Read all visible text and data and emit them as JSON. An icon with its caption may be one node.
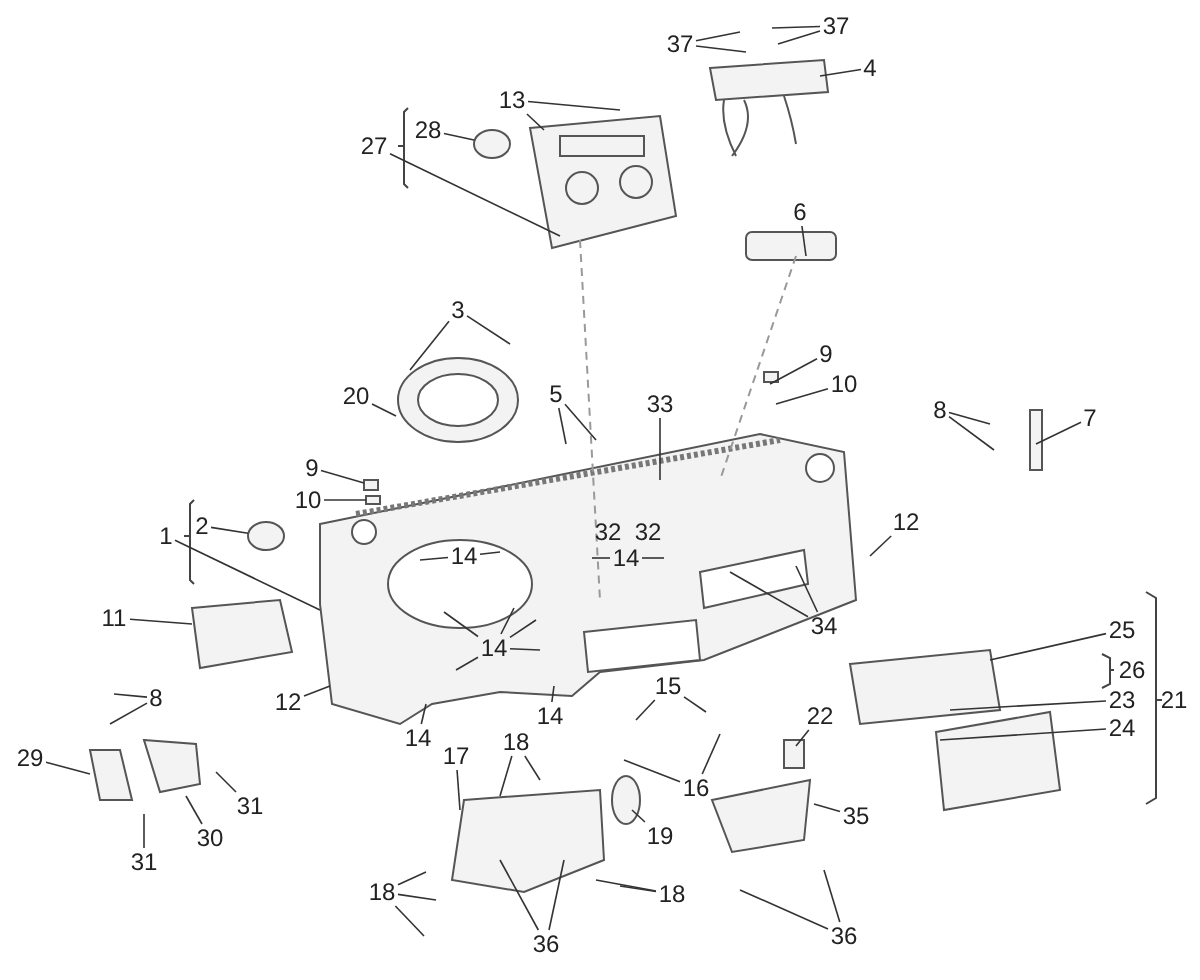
{
  "diagram": {
    "nodes": [
      {
        "text": [
          "37"
        ]
      },
      {
        "text": [
          "37"
        ]
      },
      {
        "text": [
          "4"
        ]
      },
      {
        "text": [
          "13"
        ]
      },
      {
        "text": [
          "28"
        ]
      },
      {
        "text": [
          "27"
        ]
      },
      {
        "text": [
          "6"
        ]
      },
      {
        "text": [
          "3"
        ]
      },
      {
        "text": [
          "9"
        ]
      },
      {
        "text": [
          "10"
        ]
      },
      {
        "text": [
          "20"
        ]
      },
      {
        "text": [
          "5"
        ]
      },
      {
        "text": [
          "33"
        ]
      },
      {
        "text": [
          "8"
        ]
      },
      {
        "text": [
          "7"
        ]
      },
      {
        "text": [
          "9"
        ]
      },
      {
        "text": [
          "10"
        ]
      },
      {
        "text": [
          "12"
        ]
      },
      {
        "text": [
          "2"
        ]
      },
      {
        "text": [
          "1"
        ]
      },
      {
        "text": [
          "14"
        ]
      },
      {
        "text": [
          "14"
        ]
      },
      {
        "text": [
          "34"
        ]
      },
      {
        "text": [
          "11"
        ]
      },
      {
        "text": [
          "25"
        ]
      },
      {
        "text": [
          "14"
        ]
      },
      {
        "text": [
          "15"
        ]
      },
      {
        "text": [
          "8"
        ]
      },
      {
        "text": [
          "12"
        ]
      },
      {
        "text": [
          "23"
        ]
      },
      {
        "text": [
          "22"
        ]
      },
      {
        "text": [
          "14"
        ]
      },
      {
        "text": [
          "24"
        ]
      },
      {
        "text": [
          "14"
        ]
      },
      {
        "text": [
          "18"
        ]
      },
      {
        "text": [
          "17"
        ]
      },
      {
        "text": [
          "29"
        ]
      },
      {
        "text": [
          "16"
        ]
      },
      {
        "text": [
          "31"
        ]
      },
      {
        "text": [
          "35"
        ]
      },
      {
        "text": [
          "30"
        ]
      },
      {
        "text": [
          "19"
        ]
      },
      {
        "text": [
          "31"
        ]
      },
      {
        "text": [
          "18"
        ]
      },
      {
        "text": [
          "18"
        ]
      },
      {
        "text": [
          "36"
        ]
      },
      {
        "text": [
          "36"
        ]
      },
      {
        "text": [],
        "shape": "circle"
      },
      {
        "text": [],
        "shape": "box"
      },
      {
        "text": [],
        "shape": "circle"
      },
      {
        "text": [],
        "shape": "box"
      }
    ],
    "edges": [
      {
        "from": 0,
        "to": null,
        "arrow": "none"
      },
      {
        "from": 0,
        "to": null,
        "arrow": "none"
      },
      {
        "from": 1,
        "to": null,
        "arrow": "none"
      },
      {
        "from": 1,
        "to": null,
        "arrow": "none"
      },
      {
        "from": 2,
        "to": null,
        "arrow": "none"
      },
      {
        "from": 3,
        "to": null,
        "arrow": "none"
      },
      {
        "from": 3,
        "to": null,
        "arrow": "none"
      },
      {
        "from": 4,
        "to": 47,
        "arrow": "none"
      },
      {
        "from": 5,
        "to": null,
        "arrow": "none"
      },
      {
        "from": 6,
        "to": null,
        "arrow": "none"
      },
      {
        "from": 7,
        "to": null,
        "arrow": "none"
      },
      {
        "from": 7,
        "to": null,
        "arrow": "none"
      },
      {
        "from": 8,
        "to": null,
        "arrow": "none"
      },
      {
        "from": 9,
        "to": null,
        "arrow": "none"
      },
      {
        "from": 10,
        "to": null,
        "arrow": "none"
      },
      {
        "from": 11,
        "to": null,
        "arrow": "none"
      },
      {
        "from": 11,
        "to": null,
        "arrow": "none"
      },
      {
        "from": 12,
        "to": null,
        "arrow": "none"
      },
      {
        "from": 13,
        "to": null,
        "arrow": "none"
      },
      {
        "from": 13,
        "to": null,
        "arrow": "none"
      },
      {
        "from": 14,
        "to": null,
        "arrow": "none"
      },
      {
        "from": 15,
        "to": 48,
        "arrow": "none"
      },
      {
        "from": 16,
        "to": 50,
        "arrow": "none"
      },
      {
        "from": 17,
        "to": null,
        "arrow": "none"
      },
      {
        "from": 18,
        "to": 49,
        "arrow": "none"
      },
      {
        "from": 19,
        "to": null,
        "arrow": "none"
      },
      {
        "from": 20,
        "to": null,
        "arrow": "none"
      },
      {
        "from": 20,
        "to": null,
        "arrow": "none"
      },
      {
        "from": 21,
        "to": null,
        "arrow": "none"
      },
      {
        "from": 21,
        "to": null,
        "arrow": "none"
      },
      {
        "from": 22,
        "to": null,
        "arrow": "none"
      },
      {
        "from": 22,
        "to": null,
        "arrow": "none"
      },
      {
        "from": 23,
        "to": null,
        "arrow": "none"
      },
      {
        "from": 24,
        "to": null,
        "arrow": "none"
      },
      {
        "from": 25,
        "to": null,
        "arrow": "none"
      },
      {
        "from": 25,
        "to": null,
        "arrow": "none"
      },
      {
        "from": 25,
        "to": null,
        "arrow": "none"
      },
      {
        "from": 25,
        "to": null,
        "arrow": "none"
      },
      {
        "from": 25,
        "to": null,
        "arrow": "none"
      },
      {
        "from": 26,
        "to": null,
        "arrow": "none"
      },
      {
        "from": 26,
        "to": null,
        "arrow": "none"
      },
      {
        "from": 27,
        "to": null,
        "arrow": "none"
      },
      {
        "from": 27,
        "to": null,
        "arrow": "none"
      },
      {
        "from": 28,
        "to": null,
        "arrow": "none"
      },
      {
        "from": 29,
        "to": null,
        "arrow": "none"
      },
      {
        "from": 30,
        "to": null,
        "arrow": "none"
      },
      {
        "from": 31,
        "to": null,
        "arrow": "none"
      },
      {
        "from": 32,
        "to": null,
        "arrow": "none"
      },
      {
        "from": 33,
        "to": null,
        "arrow": "none"
      },
      {
        "from": 34,
        "to": null,
        "arrow": "none"
      },
      {
        "from": 34,
        "to": null,
        "arrow": "none"
      },
      {
        "from": 35,
        "to": null,
        "arrow": "none"
      },
      {
        "from": 36,
        "to": null,
        "arrow": "none"
      },
      {
        "from": 37,
        "to": null,
        "arrow": "none"
      },
      {
        "from": 37,
        "to": null,
        "arrow": "none"
      },
      {
        "from": 38,
        "to": null,
        "arrow": "none"
      },
      {
        "from": 39,
        "to": null,
        "arrow": "none"
      },
      {
        "from": 40,
        "to": null,
        "arrow": "none"
      },
      {
        "from": 41,
        "to": null,
        "arrow": "none"
      },
      {
        "from": 42,
        "to": null,
        "arrow": "none"
      },
      {
        "from": 43,
        "to": null,
        "arrow": "none"
      },
      {
        "from": 43,
        "to": null,
        "arrow": "none"
      },
      {
        "from": 43,
        "to": null,
        "arrow": "none"
      },
      {
        "from": 44,
        "to": null,
        "arrow": "none"
      },
      {
        "from": 44,
        "to": null,
        "arrow": "none"
      },
      {
        "from": 45,
        "to": null,
        "arrow": "none"
      },
      {
        "from": 45,
        "to": null,
        "arrow": "none"
      },
      {
        "from": 46,
        "to": null,
        "arrow": "none"
      },
      {
        "from": 46,
        "to": null,
        "arrow": "none"
      }
    ],
    "labels": [
      "32",
      "32",
      "26",
      "21"
    ]
  }
}
